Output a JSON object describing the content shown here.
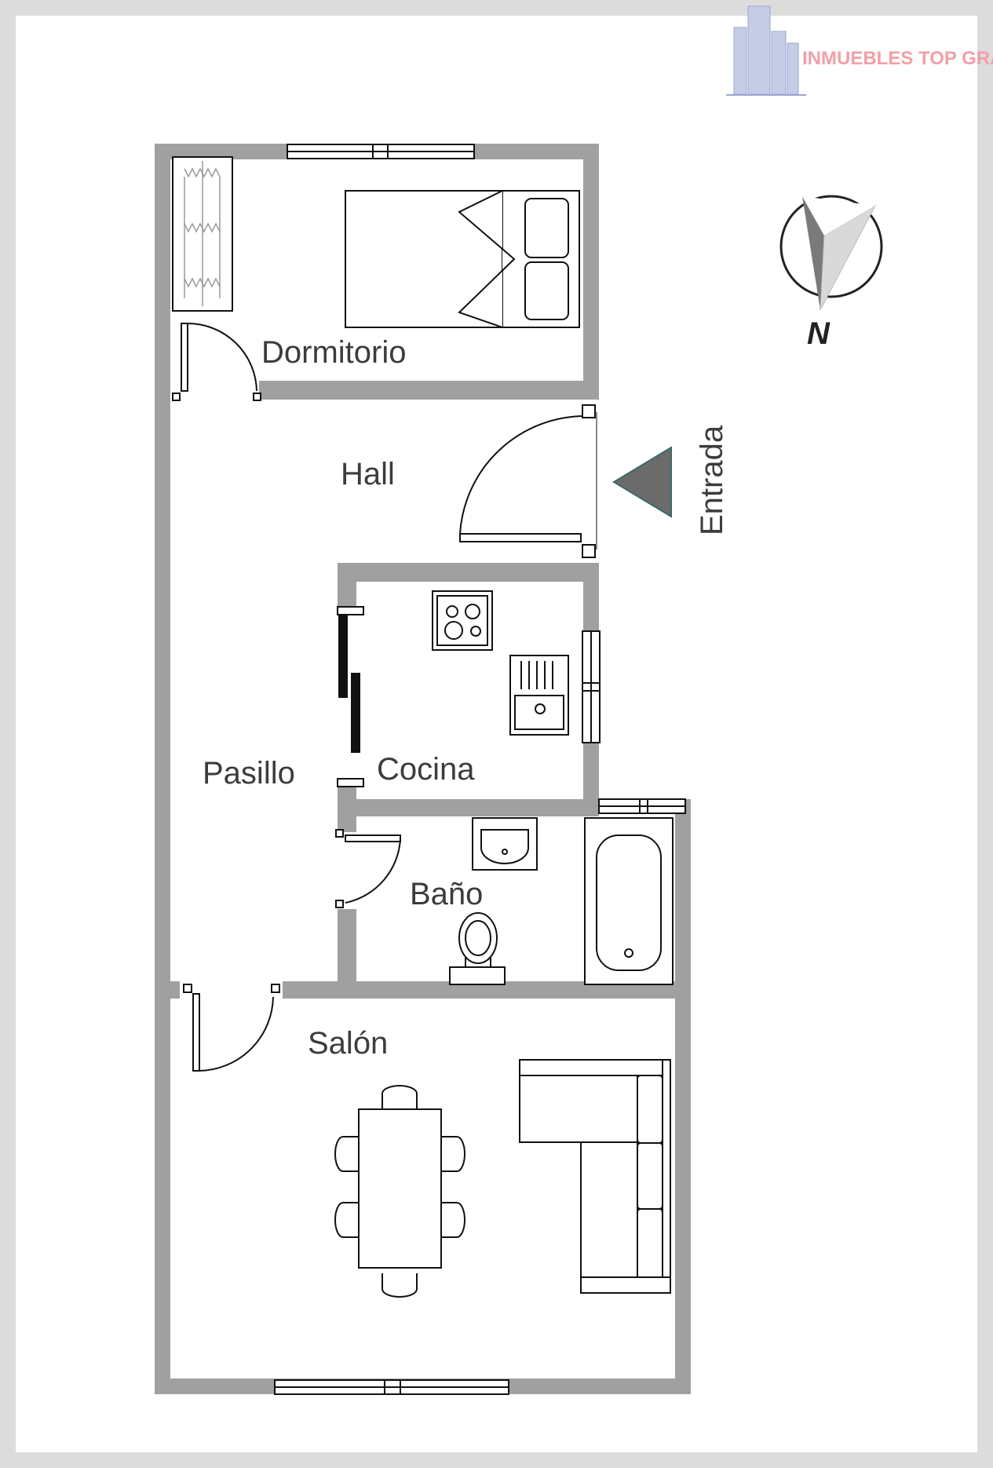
{
  "brand": {
    "name": "INMUEBLES TOP GRANADA",
    "color": "#f2a0a6"
  },
  "compass": {
    "label": "N",
    "icon": "north-arrow-icon"
  },
  "entrance": {
    "label": "Entrada",
    "icon": "entrance-triangle-icon",
    "color": "#6b6b6b"
  },
  "rooms": {
    "dormitorio": "Dormitorio",
    "hall": "Hall",
    "pasillo": "Pasillo",
    "cocina": "Cocina",
    "bano": "Baño",
    "salon": "Salón"
  },
  "colors": {
    "wall": "#a0a0a0",
    "page": "#ffffff",
    "border": "#dcdcdc"
  }
}
